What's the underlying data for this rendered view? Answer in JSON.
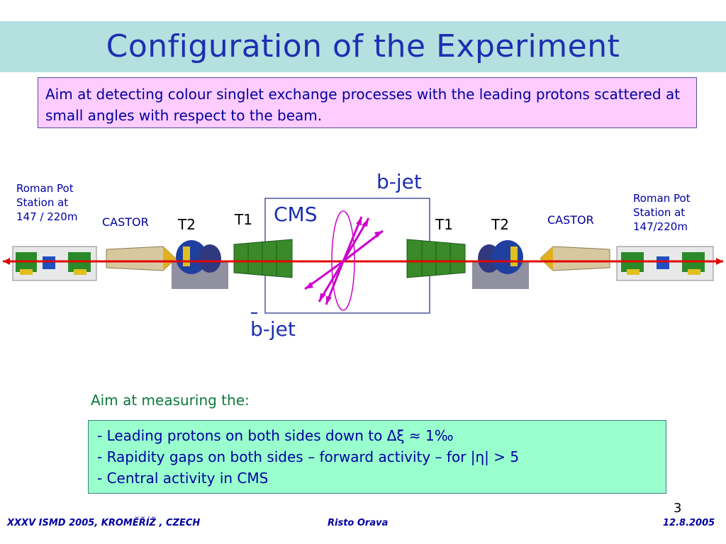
{
  "title": "Configuration of the Experiment",
  "aim_text": "Aim at detecting colour singlet exchange processes with the leading protons scattered at small angles with respect to the beam.",
  "diagram": {
    "roman_pot_left": [
      "Roman Pot",
      "Station at",
      "147 / 220m"
    ],
    "roman_pot_right": [
      "Roman Pot",
      "Station at",
      "147/220m"
    ],
    "castor_left": "CASTOR",
    "castor_right": "CASTOR",
    "t2_left": "T2",
    "t1_left": "T1",
    "t1_right": "T1",
    "t2_right": "T2",
    "cms": "CMS",
    "bjet_top": "b-jet",
    "bjet_bottom": "b-jet"
  },
  "measure": {
    "heading": "Aim at measuring the:",
    "items": [
      "- Leading protons on both sides down to Δξ ≈ 1‰",
      "- Rapidity gaps on both sides – forward activity – for |η| > 5",
      "- Central activity in CMS"
    ]
  },
  "footer": {
    "left": "XXXV ISMD 2005, KROMĚŘÍŽ , CZECH",
    "middle": "Risto Orava",
    "right": "12.8.2005"
  },
  "page_number": "3",
  "colors": {
    "title": "#1c2fb0",
    "title_bar": "#b4e0e0",
    "aim_box": "#ffccff",
    "measure_box": "#99ffcc",
    "beam": "#e00000",
    "jet": "#cc00cc"
  }
}
